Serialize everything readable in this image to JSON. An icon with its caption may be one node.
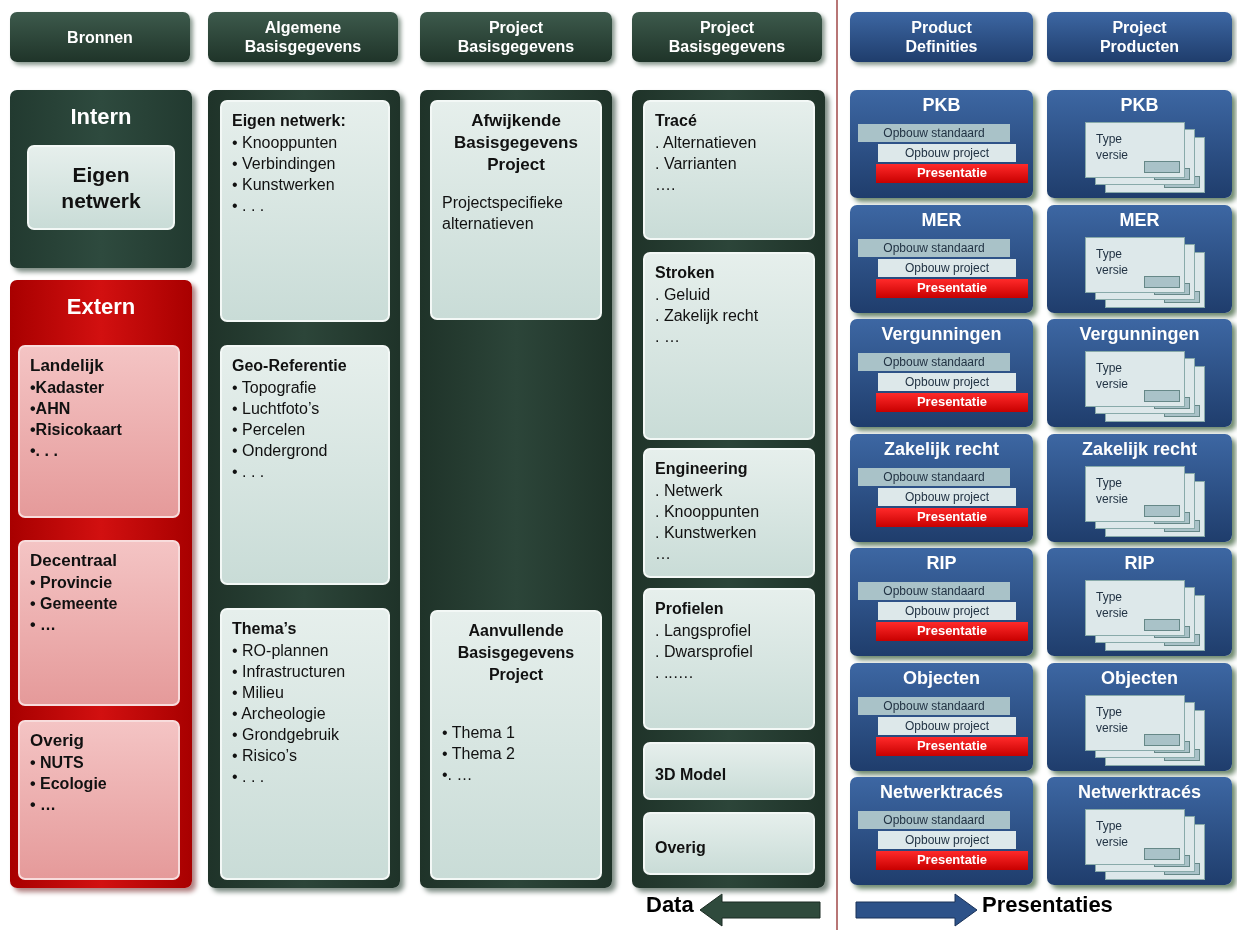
{
  "diagram": {
    "nodes": [
      {
        "text": [
          "Bronnen"
        ]
      },
      {
        "text": [
          "Algemene Basisgegevens"
        ]
      },
      {
        "text": [
          "Project Basisgegevens"
        ]
      },
      {
        "text": [
          "Project Basisgegevens"
        ]
      },
      {
        "text": [
          "Product Definities"
        ]
      },
      {
        "text": [
          "Project Producten"
        ]
      },
      {
        "text": [
          "Intern"
        ]
      },
      {
        "text": [
          "Eigen netwerk"
        ],
        "in": 6
      },
      {
        "text": [
          "Extern"
        ]
      },
      {
        "text": [
          "Landelijk",
          "•Kadaster",
          "•AHN",
          "•Risicokaart",
          "•. . ."
        ],
        "in": 8
      },
      {
        "text": [
          "Decentraal",
          "• Provincie",
          "• Gemeente",
          "• …"
        ],
        "in": 8
      },
      {
        "text": [
          "Overig",
          "• NUTS",
          "• Ecologie",
          "• …"
        ],
        "in": 8
      },
      {
        "text": [],
        "shape": "box"
      },
      {
        "text": [
          "Eigen netwerk:",
          "• Knooppunten",
          "• Verbindingen",
          "• Kunstwerken",
          "• . . ."
        ],
        "in": 12
      },
      {
        "text": [
          "Geo-Referentie",
          "• Topografie",
          "• Luchtfoto’s",
          "• Percelen",
          "• Ondergrond",
          "• . . ."
        ],
        "in": 12
      },
      {
        "text": [
          "Thema’s",
          "• RO-plannen",
          "• Infrastructuren",
          "• Milieu",
          "• Archeologie",
          "• Grondgebruik",
          "• Risico’s",
          "• . . ."
        ],
        "in": 12
      },
      {
        "text": [],
        "shape": "box"
      },
      {
        "text": [
          "Afwijkende Basisgegevens Project",
          "Projectspecifieke alternatieven"
        ],
        "in": 16
      },
      {
        "text": [
          "Aanvullende Basisgegevens Project",
          "• Thema 1",
          "• Thema 2",
          "•. …"
        ],
        "in": 16
      },
      {
        "text": [],
        "shape": "box"
      },
      {
        "text": [
          "Tracé",
          ". Alternatieven",
          ". Varrianten",
          "…."
        ],
        "in": 19
      },
      {
        "text": [
          "Stroken",
          ". Geluid",
          ". Zakelijk recht",
          ". …"
        ],
        "in": 19
      },
      {
        "text": [
          "Engineering",
          ". Netwerk",
          ". Knooppunten",
          ". Kunstwerken",
          "…"
        ],
        "in": 19
      },
      {
        "text": [
          "Profielen",
          ". Langsprofiel",
          ". Dwarsprofiel",
          ". ..…."
        ],
        "in": 19
      },
      {
        "text": [
          "3D Model"
        ],
        "in": 19
      },
      {
        "text": [
          "Overig"
        ],
        "in": 19
      },
      {
        "text": [
          "PKB"
        ]
      },
      {
        "text": [
          "Opbouw standaard"
        ],
        "in": 26
      },
      {
        "text": [
          "Opbouw project"
        ],
        "in": 26
      },
      {
        "text": [
          "Presentatie"
        ],
        "in": 26
      },
      {
        "text": [
          "MER"
        ]
      },
      {
        "text": [
          "Opbouw standaard"
        ],
        "in": 30
      },
      {
        "text": [
          "Opbouw project"
        ],
        "in": 30
      },
      {
        "text": [
          "Presentatie"
        ],
        "in": 30
      },
      {
        "text": [
          "Vergunningen"
        ]
      },
      {
        "text": [
          "Opbouw standaard"
        ],
        "in": 34
      },
      {
        "text": [
          "Opbouw project"
        ],
        "in": 34
      },
      {
        "text": [
          "Presentatie"
        ],
        "in": 34
      },
      {
        "text": [
          "Zakelijk recht"
        ]
      },
      {
        "text": [
          "Opbouw standaard"
        ],
        "in": 38
      },
      {
        "text": [
          "Opbouw project"
        ],
        "in": 38
      },
      {
        "text": [
          "Presentatie"
        ],
        "in": 38
      },
      {
        "text": [
          "RIP"
        ]
      },
      {
        "text": [
          "Opbouw standaard"
        ],
        "in": 42
      },
      {
        "text": [
          "Opbouw project"
        ],
        "in": 42
      },
      {
        "text": [
          "Presentatie"
        ],
        "in": 42
      },
      {
        "text": [
          "Objecten"
        ]
      },
      {
        "text": [
          "Opbouw standaard"
        ],
        "in": 46
      },
      {
        "text": [
          "Opbouw project"
        ],
        "in": 46
      },
      {
        "text": [
          "Presentatie"
        ],
        "in": 46
      },
      {
        "text": [
          "Netwerktracés"
        ]
      },
      {
        "text": [
          "Opbouw standaard"
        ],
        "in": 50
      },
      {
        "text": [
          "Opbouw project"
        ],
        "in": 50
      },
      {
        "text": [
          "Presentatie"
        ],
        "in": 50
      },
      {
        "text": [
          "PKB"
        ]
      },
      {
        "text": [
          "Type versie"
        ],
        "in": 54
      },
      {
        "text": [
          "MER"
        ]
      },
      {
        "text": [
          "Type versie"
        ],
        "in": 56
      },
      {
        "text": [
          "Vergunningen"
        ]
      },
      {
        "text": [
          "Type versie"
        ],
        "in": 58
      },
      {
        "text": [
          "Zakelijk recht"
        ]
      },
      {
        "text": [
          "Type versie"
        ],
        "in": 60
      },
      {
        "text": [
          "RIP"
        ]
      },
      {
        "text": [
          "Type versie"
        ],
        "in": 62
      },
      {
        "text": [
          "Objecten"
        ]
      },
      {
        "text": [
          "Type versie"
        ],
        "in": 64
      },
      {
        "text": [
          "Netwerktracés"
        ]
      },
      {
        "text": [
          "Type versie"
        ],
        "in": 66
      }
    ],
    "labels": [
      "Data",
      "Presentaties"
    ]
  }
}
